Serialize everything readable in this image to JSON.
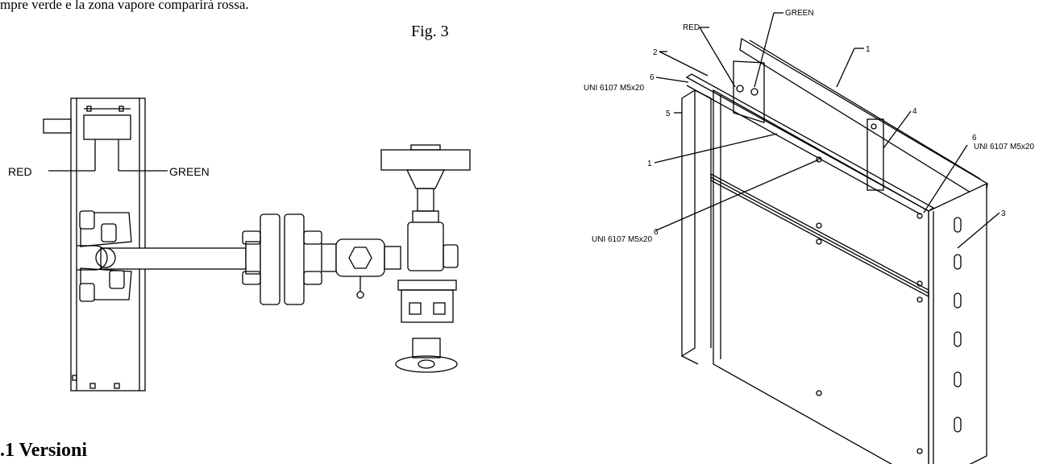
{
  "document": {
    "intro_text": "mpre verde e la zona vapore comparirà rossa.",
    "figure_label": "Fig. 3",
    "section_heading": ".1 Versioni"
  },
  "left_drawing": {
    "label_red": "RED",
    "label_green": "GREEN"
  },
  "right_drawing": {
    "label_red": "RED",
    "label_green": "GREEN",
    "part_1_top": "1",
    "part_2": "2",
    "part_6_left": "6",
    "spec_left": "UNI 6107 M5x20",
    "part_5": "5",
    "part_4": "4",
    "part_1_left": "1",
    "part_6_right": "6",
    "spec_right": "UNI 6107 M5x20",
    "part_3": "3",
    "part_6_mid": "6",
    "spec_mid": "UNI 6107 M5x20"
  }
}
